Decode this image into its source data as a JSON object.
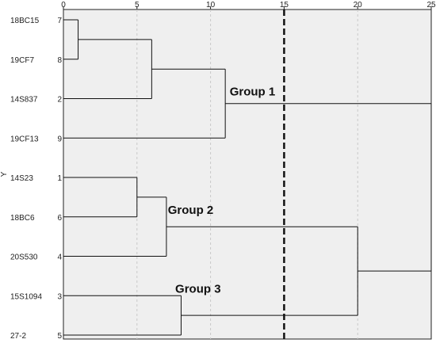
{
  "chart_data": {
    "type": "dendrogram",
    "ylabel": "Y",
    "xlim": [
      0,
      25
    ],
    "x_ticks": [
      0,
      5,
      10,
      15,
      20,
      25
    ],
    "grid": "vertical dashed",
    "cut_line": 15,
    "leaves": [
      {
        "name": "18BC15",
        "id": "7"
      },
      {
        "name": "19CF7",
        "id": "8"
      },
      {
        "name": "14S837",
        "id": "2"
      },
      {
        "name": "19CF13",
        "id": "9"
      },
      {
        "name": "14S23",
        "id": "1"
      },
      {
        "name": "18BC6",
        "id": "6"
      },
      {
        "name": "20S530",
        "id": "4"
      },
      {
        "name": "15S1094",
        "id": "3"
      },
      {
        "name": "27-2",
        "id": "5"
      }
    ],
    "merges": [
      {
        "children": [
          "L0",
          "L1"
        ],
        "height": 1.0
      },
      {
        "children": [
          "M0",
          "L2"
        ],
        "height": 6.0
      },
      {
        "children": [
          "M1",
          "L3"
        ],
        "height": 11.0
      },
      {
        "children": [
          "L4",
          "L5"
        ],
        "height": 5.0
      },
      {
        "children": [
          "M3",
          "L6"
        ],
        "height": 7.0
      },
      {
        "children": [
          "L7",
          "L8"
        ],
        "height": 8.0
      },
      {
        "children": [
          "M4",
          "M5"
        ],
        "height": 20.0
      },
      {
        "children": [
          "M2",
          "M6"
        ],
        "height": 25.0
      }
    ],
    "annotations": [
      {
        "text": "Group 1",
        "x": 11.3,
        "y": 1.8
      },
      {
        "text": "Group 2",
        "x": 7.1,
        "y": 4.8
      },
      {
        "text": "Group 3",
        "x": 7.6,
        "y": 6.8
      }
    ]
  }
}
